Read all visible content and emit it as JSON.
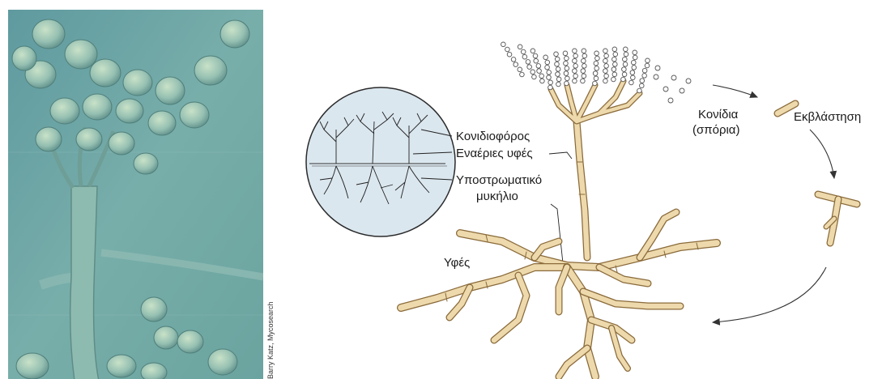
{
  "photo": {
    "credit": "Barry Katz, Mycosearch"
  },
  "labels": {
    "conidiophore": "Κονιδιοφόρος",
    "aerial_hyphae": "Εναέριες υφές",
    "substrate_mycelium_line1": "Υποστρωματικό",
    "substrate_mycelium_line2": "μυκήλιο",
    "conidia_line1": "Κονίδια",
    "conidia_line2": "(σπόρια)",
    "germination": "Εκβλάστηση",
    "hyphae": "Υφές"
  },
  "colors": {
    "hypha_fill": "#edd9ac",
    "hypha_stroke": "#8a6a3a",
    "inset_fill": "#d9e6ef",
    "photo_bg": "#6ea3a5"
  }
}
